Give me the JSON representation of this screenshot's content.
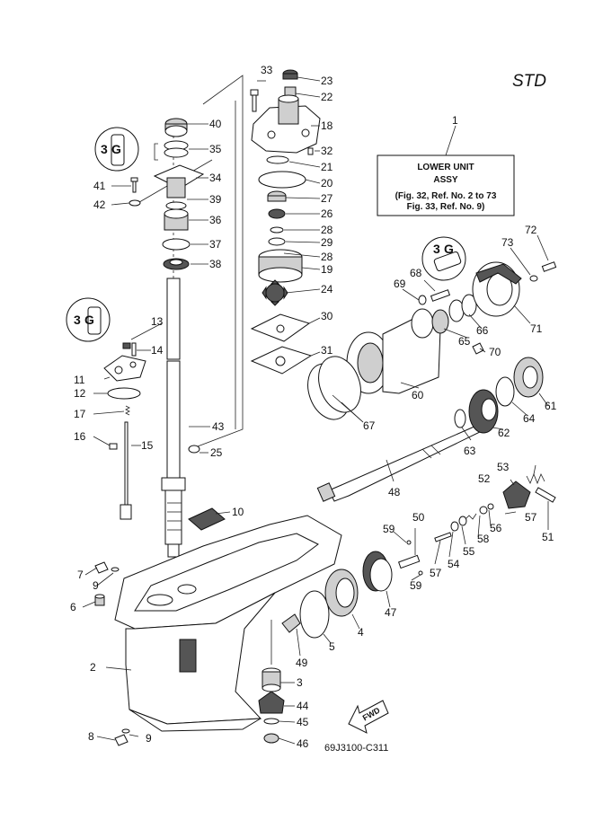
{
  "header": {
    "variant": "STD"
  },
  "info_box": {
    "ref_number": "1",
    "line1": "LOWER UNIT",
    "line2": "ASSY",
    "line3": "(Fig. 32, Ref. No. 2 to 73",
    "line4": "Fig. 33, Ref. No. 9)"
  },
  "drawing_code": "69J3100-C311",
  "fwd_label": "FWD",
  "callouts": [
    {
      "id": "c2",
      "text": "2"
    },
    {
      "id": "c3",
      "text": "3"
    },
    {
      "id": "c4",
      "text": "4"
    },
    {
      "id": "c5",
      "text": "5"
    },
    {
      "id": "c6",
      "text": "6"
    },
    {
      "id": "c7",
      "text": "7"
    },
    {
      "id": "c8",
      "text": "8"
    },
    {
      "id": "c9a",
      "text": "9"
    },
    {
      "id": "c9b",
      "text": "9"
    },
    {
      "id": "c10",
      "text": "10"
    },
    {
      "id": "c11",
      "text": "11"
    },
    {
      "id": "c12",
      "text": "12"
    },
    {
      "id": "c13",
      "text": "13"
    },
    {
      "id": "c14",
      "text": "14"
    },
    {
      "id": "c15",
      "text": "15"
    },
    {
      "id": "c16",
      "text": "16"
    },
    {
      "id": "c17",
      "text": "17"
    },
    {
      "id": "c18",
      "text": "18"
    },
    {
      "id": "c19",
      "text": "19"
    },
    {
      "id": "c20",
      "text": "20"
    },
    {
      "id": "c21",
      "text": "21"
    },
    {
      "id": "c22",
      "text": "22"
    },
    {
      "id": "c23",
      "text": "23"
    },
    {
      "id": "c24",
      "text": "24"
    },
    {
      "id": "c25",
      "text": "25"
    },
    {
      "id": "c26",
      "text": "26"
    },
    {
      "id": "c27",
      "text": "27"
    },
    {
      "id": "c28a",
      "text": "28"
    },
    {
      "id": "c28b",
      "text": "28"
    },
    {
      "id": "c29",
      "text": "29"
    },
    {
      "id": "c30",
      "text": "30"
    },
    {
      "id": "c31",
      "text": "31"
    },
    {
      "id": "c32",
      "text": "32"
    },
    {
      "id": "c33",
      "text": "33"
    },
    {
      "id": "c34",
      "text": "34"
    },
    {
      "id": "c35",
      "text": "35"
    },
    {
      "id": "c36",
      "text": "36"
    },
    {
      "id": "c37",
      "text": "37"
    },
    {
      "id": "c38",
      "text": "38"
    },
    {
      "id": "c39",
      "text": "39"
    },
    {
      "id": "c40",
      "text": "40"
    },
    {
      "id": "c41",
      "text": "41"
    },
    {
      "id": "c42",
      "text": "42"
    },
    {
      "id": "c43",
      "text": "43"
    },
    {
      "id": "c44",
      "text": "44"
    },
    {
      "id": "c45",
      "text": "45"
    },
    {
      "id": "c46",
      "text": "46"
    },
    {
      "id": "c47",
      "text": "47"
    },
    {
      "id": "c48",
      "text": "48"
    },
    {
      "id": "c49",
      "text": "49"
    },
    {
      "id": "c50",
      "text": "50"
    },
    {
      "id": "c51",
      "text": "51"
    },
    {
      "id": "c52",
      "text": "52"
    },
    {
      "id": "c53",
      "text": "53"
    },
    {
      "id": "c54",
      "text": "54"
    },
    {
      "id": "c55",
      "text": "55"
    },
    {
      "id": "c56",
      "text": "56"
    },
    {
      "id": "c57a",
      "text": "57"
    },
    {
      "id": "c57b",
      "text": "57"
    },
    {
      "id": "c58",
      "text": "58"
    },
    {
      "id": "c59a",
      "text": "59"
    },
    {
      "id": "c59b",
      "text": "59"
    },
    {
      "id": "c60",
      "text": "60"
    },
    {
      "id": "c61",
      "text": "61"
    },
    {
      "id": "c62",
      "text": "62"
    },
    {
      "id": "c63",
      "text": "63"
    },
    {
      "id": "c64",
      "text": "64"
    },
    {
      "id": "c65",
      "text": "65"
    },
    {
      "id": "c66",
      "text": "66"
    },
    {
      "id": "c67",
      "text": "67"
    },
    {
      "id": "c68",
      "text": "68"
    },
    {
      "id": "c69",
      "text": "69"
    },
    {
      "id": "c70",
      "text": "70"
    },
    {
      "id": "c71",
      "text": "71"
    },
    {
      "id": "c72",
      "text": "72"
    },
    {
      "id": "c73",
      "text": "73"
    }
  ]
}
